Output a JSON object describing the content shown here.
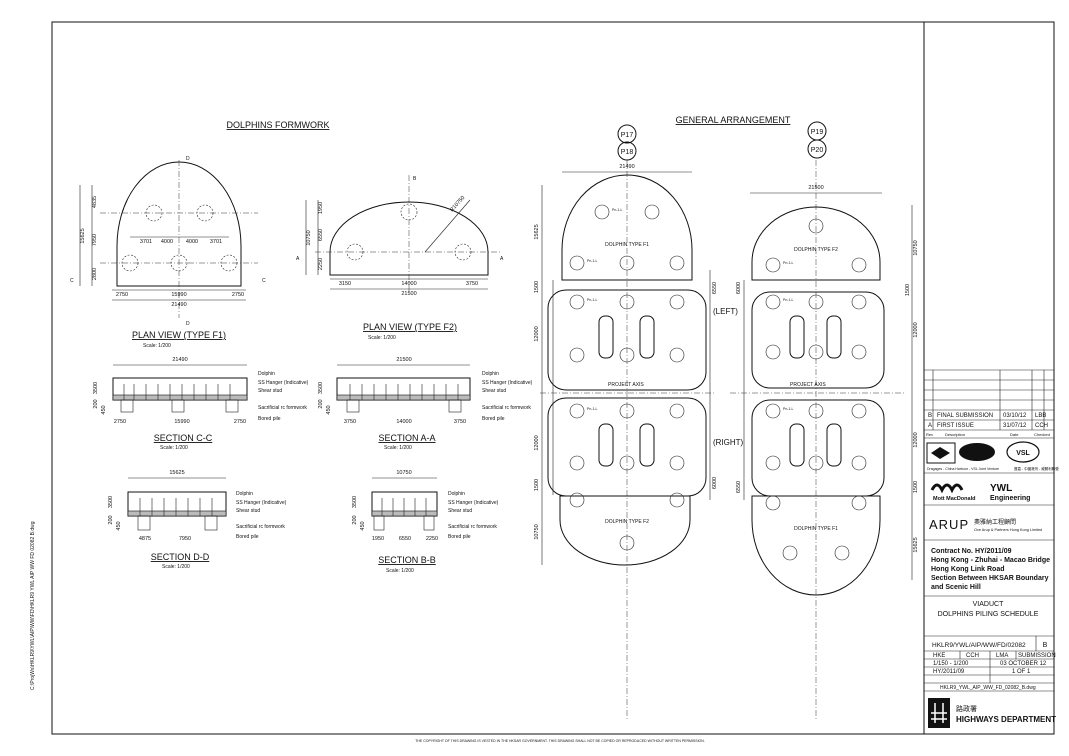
{
  "side_text": "C:\\ProjWs\\HKLR9\\YWL\\AIP\\WW\\FD\\HKLR9 YWL AIP WW FD 02082 B.dwg",
  "footer_text": "THE COPYRIGHT OF THIS DRAWING IS VESTED IN THE HKSAR GOVERNMENT. THIS DRAWING SHALL NOT BE COPIED OR REPRODUCED WITHOUT WRITTEN PERMISSION.",
  "left": {
    "heading": "DOLPHINS FORMWORK",
    "plan_f1": {
      "title": "PLAN VIEW (TYPE F1)",
      "scale": "Scale: 1/200",
      "dims": {
        "v1": "4835",
        "v2": "7950",
        "v3": "2800",
        "vt": "15625",
        "h1": "3701",
        "h2": "4000",
        "h3": "4000",
        "h4": "3701",
        "b1": "2750",
        "b2": "15990",
        "b3": "2750",
        "bt": "21490"
      }
    },
    "plan_f2": {
      "title": "PLAN VIEW (TYPE F2)",
      "scale": "Scale: 1/200",
      "dims": {
        "v1": "1950",
        "v2": "6550",
        "v3": "2250",
        "vt": "10750",
        "r": "R10750",
        "b1": "3150",
        "b2": "14000",
        "b3": "3750",
        "bt": "21500"
      }
    },
    "sec_cc": {
      "title": "SECTION C-C",
      "scale": "Scale: 1/200",
      "top": "21490",
      "b1": "2750",
      "b2": "15990",
      "b3": "2750",
      "h1": "3500",
      "h2": "200",
      "h3": "450"
    },
    "sec_aa": {
      "title": "SECTION A-A",
      "scale": "Scale: 1/200",
      "top": "21500",
      "b1": "3750",
      "b2": "14000",
      "b3": "3750",
      "h1": "3500",
      "h2": "200",
      "h3": "450"
    },
    "sec_dd": {
      "title": "SECTION D-D",
      "scale": "Scale: 1/200",
      "top": "15625",
      "b1": "4875",
      "b2": "7950",
      "h1": "3500",
      "h2": "200",
      "h3": "450"
    },
    "sec_bb": {
      "title": "SECTION B-B",
      "scale": "Scale: 1/200",
      "top": "10750",
      "b1": "1950",
      "b2": "6550",
      "b3": "2250",
      "h1": "3500",
      "h2": "200",
      "h3": "450"
    },
    "labels": [
      "Dolphin",
      "SS Hanger (Indicative)",
      "Shear stud",
      "Sacrificial rc formwork",
      "Bored pile"
    ],
    "section_marks": [
      "D",
      "C",
      "A",
      "B"
    ]
  },
  "right": {
    "heading": "GENERAL ARRANGEMENT",
    "piers_left": [
      "P17",
      "P18"
    ],
    "piers_right": [
      "P19",
      "P20"
    ],
    "left_label": "(LEFT)",
    "right_label": "(RIGHT)",
    "project_axis": "PROJECT AXIS",
    "col1": {
      "top_dim": "21490",
      "top_type": "DOLPHIN TYPE F1",
      "bot_type": "DOLPHIN TYPE F2",
      "d1": "15625",
      "d2": "1500",
      "d3": "12000",
      "d4": "12000",
      "d5": "1500",
      "d6": "10750",
      "d7": "6550",
      "d8": "6000"
    },
    "col2": {
      "top_dim": "21500",
      "top_type": "DOLPHIN TYPE F2",
      "bot_type": "DOLPHIN TYPE F1",
      "d1": "10750",
      "d2": "6000",
      "d3": "12000",
      "d4": "12000",
      "d5": "1500",
      "d6": "15625",
      "d7": "6550",
      "d8": "1500"
    },
    "pile_tag": "Pn-1-L"
  },
  "title_block": {
    "rev_rows": [
      {
        "rev": "B",
        "desc": "FINAL SUBMISSION",
        "date": "03/10/12",
        "chk": "LBB"
      },
      {
        "rev": "A",
        "desc": "FIRST ISSUE",
        "date": "31/07/12",
        "chk": "CCH"
      }
    ],
    "rev_head": {
      "rev": "Rev",
      "desc": "Description",
      "date": "Date",
      "chk": "Checked"
    },
    "jv_text": "Dragages - China Harbour - VSL Joint Venture",
    "jv_cn": "寶嘉 - 中國港灣 - 威勝利聯營",
    "mm": "Mott MacDonald",
    "ywl": "YWL",
    "ywl2": "Engineering",
    "arup": "ARUP",
    "arup_cn": "奧雅納工程顧問",
    "arup_sub": "Ove Arup & Partners Hong Kong Limited",
    "contract": [
      "Contract No. HY/2011/09",
      "Hong Kong - Zhuhai - Macao Bridge",
      "Hong Kong Link Road",
      "Section Between HKSAR Boundary",
      "and Scenic Hill"
    ],
    "title1": "VIADUCT",
    "title2": "DOLPHINS PILING SCHEDULE",
    "dwg_no": "HKLR9/YWL/AIP/WW/FD/02082",
    "dwg_rev": "B",
    "row1": [
      "HKE",
      "CCH",
      "LMA",
      "SUBMISSION"
    ],
    "row2": [
      "1/150 - 1/200",
      "03 OCTOBER 12"
    ],
    "row3": [
      "HY/2011/09",
      "1 OF 1"
    ],
    "file": "HKLR9_YWL_AIP_WW_FD_02082_B.dwg",
    "hyd_cn": "路政署",
    "hyd": "HIGHWAYS DEPARTMENT"
  }
}
